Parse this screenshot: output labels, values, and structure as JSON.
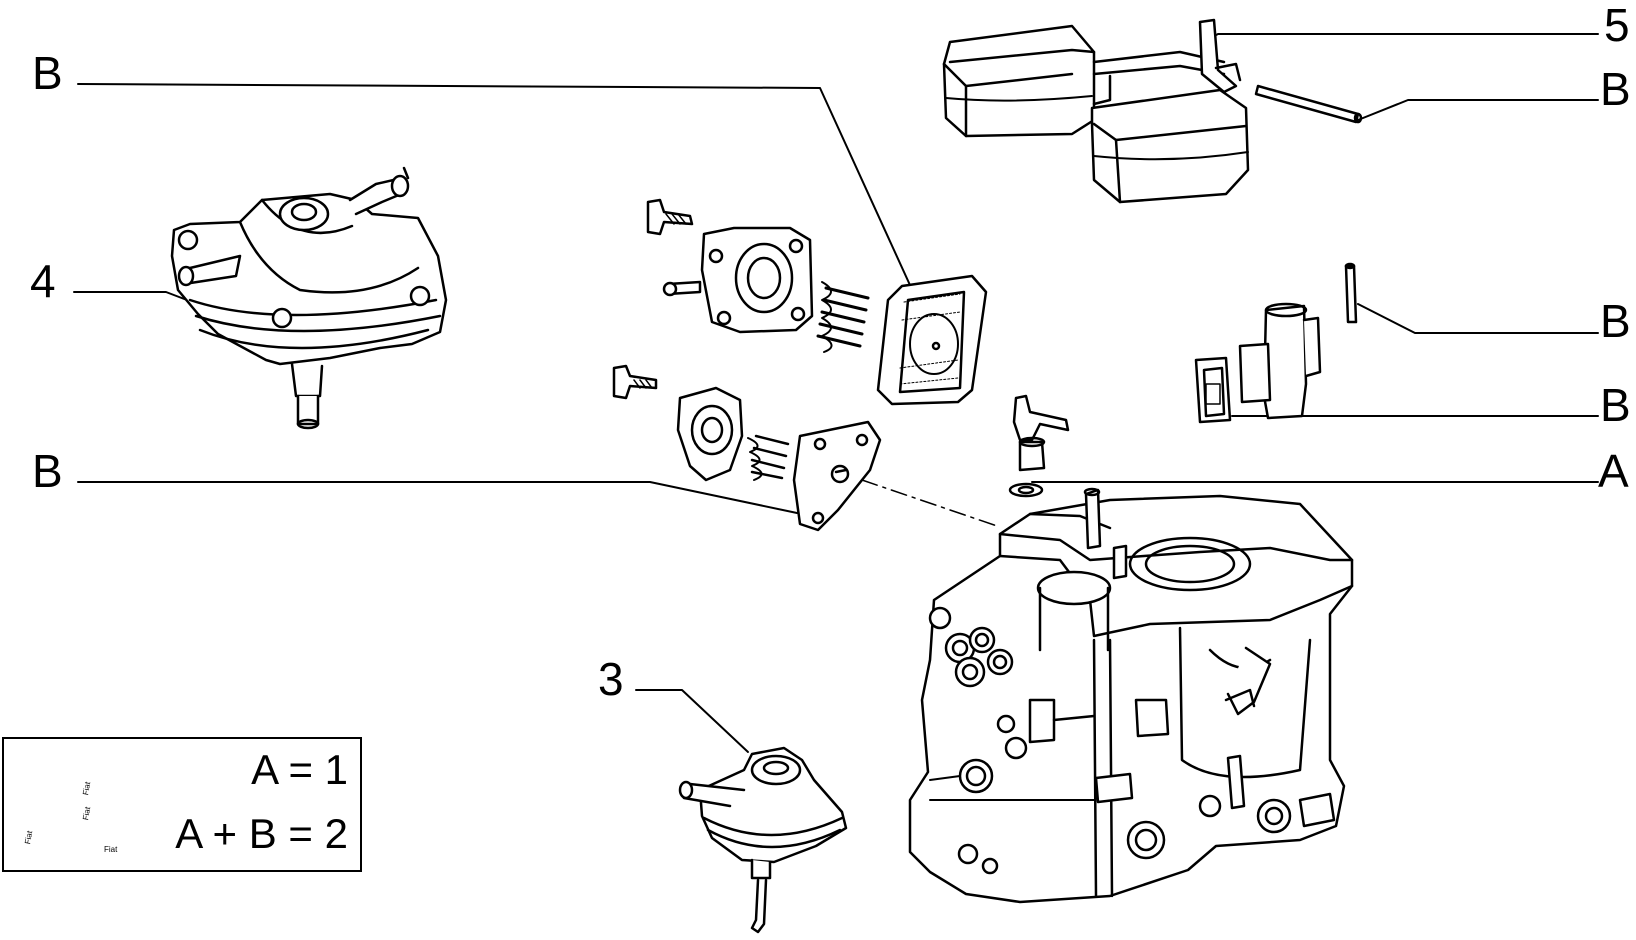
{
  "callouts": {
    "label_5": "5",
    "label_b_rod": "B",
    "label_b_diaphragm": "B",
    "label_4": "4",
    "label_b_pin": "B",
    "label_b_plate": "B",
    "label_a": "A",
    "label_b_lower": "B",
    "label_3": "3"
  },
  "legend": {
    "line1": "A = 1",
    "line2": "A + B = 2",
    "tag_a": "Fiat",
    "tag_b": "Fiat",
    "tag_c": "Fiat",
    "tag_d": "Fiat"
  }
}
